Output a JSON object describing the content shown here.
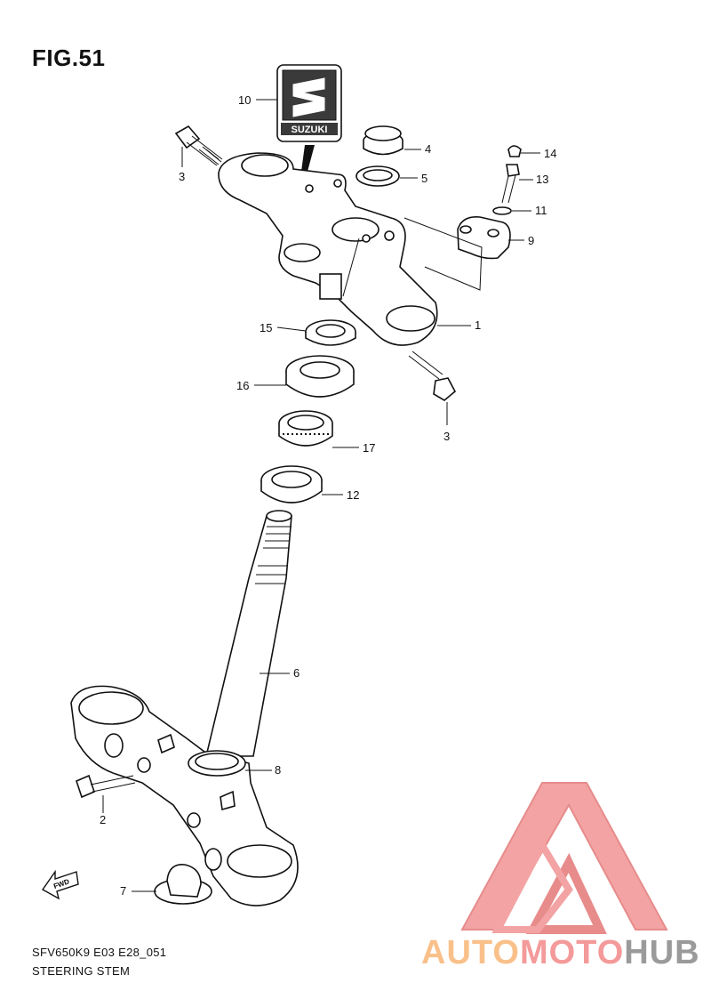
{
  "figure_title": "FIG.51",
  "emblem_text": "SUZUKI",
  "fwd_text": "FWD",
  "callouts": [
    "1",
    "2",
    "3",
    "3",
    "4",
    "5",
    "6",
    "7",
    "8",
    "9",
    "10",
    "11",
    "12",
    "13",
    "14",
    "15",
    "16",
    "17"
  ],
  "footer": {
    "code": "SFV650K9 E03 E28_051",
    "caption": "STEERING STEM"
  },
  "watermark": {
    "part1": "AUTO",
    "part2": "MOTO",
    "part3": "HUB",
    "colors": [
      "#f9c08a",
      "#f49a9a",
      "#9a9a9a"
    ]
  }
}
